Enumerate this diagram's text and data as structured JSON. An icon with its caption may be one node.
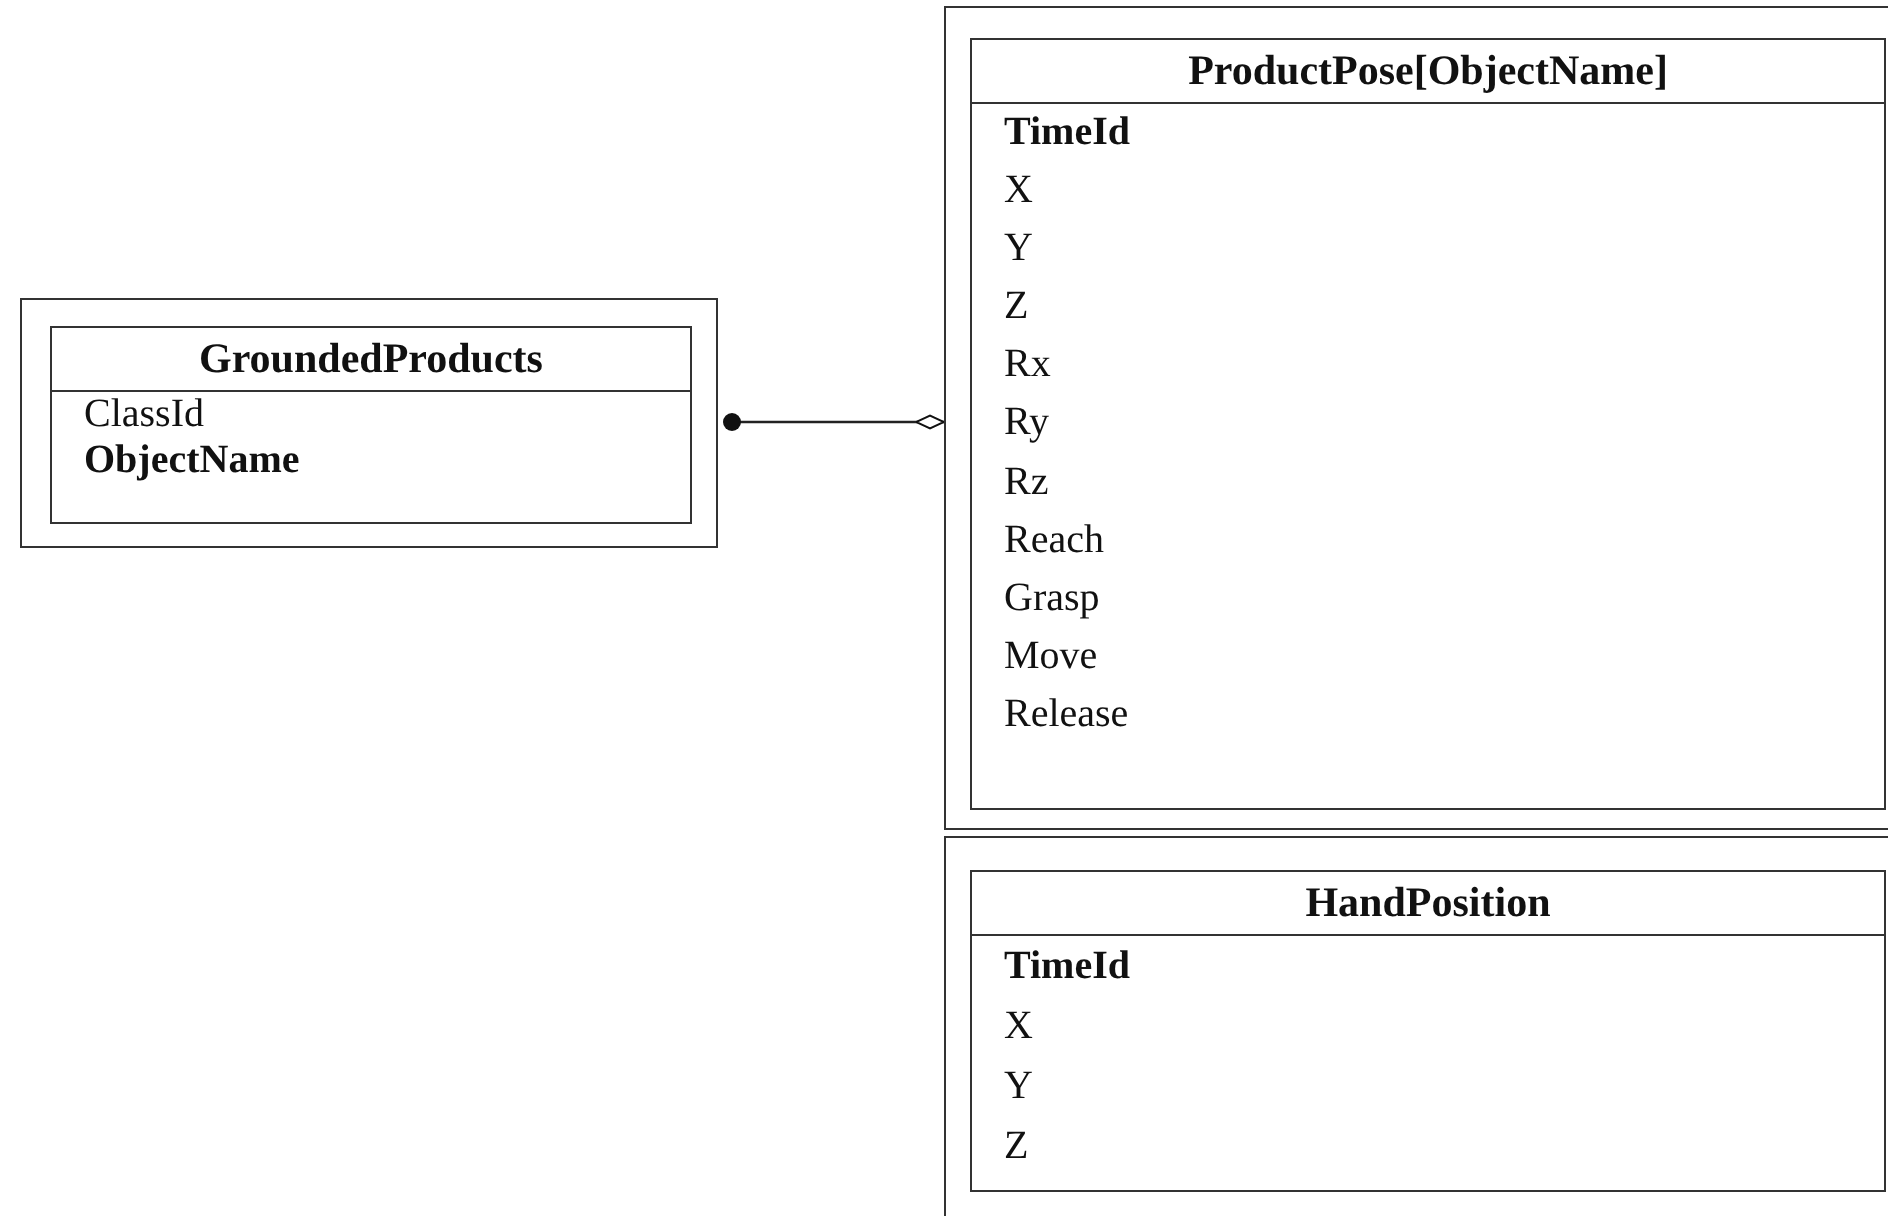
{
  "diagram": {
    "nodes": [
      {
        "text": [],
        "shape": "box"
      },
      {
        "text": [
          "GroundedProducts",
          "ClassId",
          "ObjectName"
        ],
        "in": 0
      },
      {
        "text": [],
        "shape": "box"
      },
      {
        "text": [
          "ProductPose[ObjectName]",
          "TimeId",
          "X",
          "Y",
          "Z",
          "Rx",
          "Ry",
          "Rz",
          "Reach",
          "Grasp",
          "Move",
          "Release"
        ],
        "in": 2
      },
      {
        "text": [],
        "shape": "box"
      },
      {
        "text": [
          "HandPosition",
          "TimeId",
          "X",
          "Y",
          "Z"
        ],
        "in": 4
      }
    ],
    "edges": [
      {
        "from": 0,
        "to": 2,
        "arrow": "other"
      }
    ]
  }
}
